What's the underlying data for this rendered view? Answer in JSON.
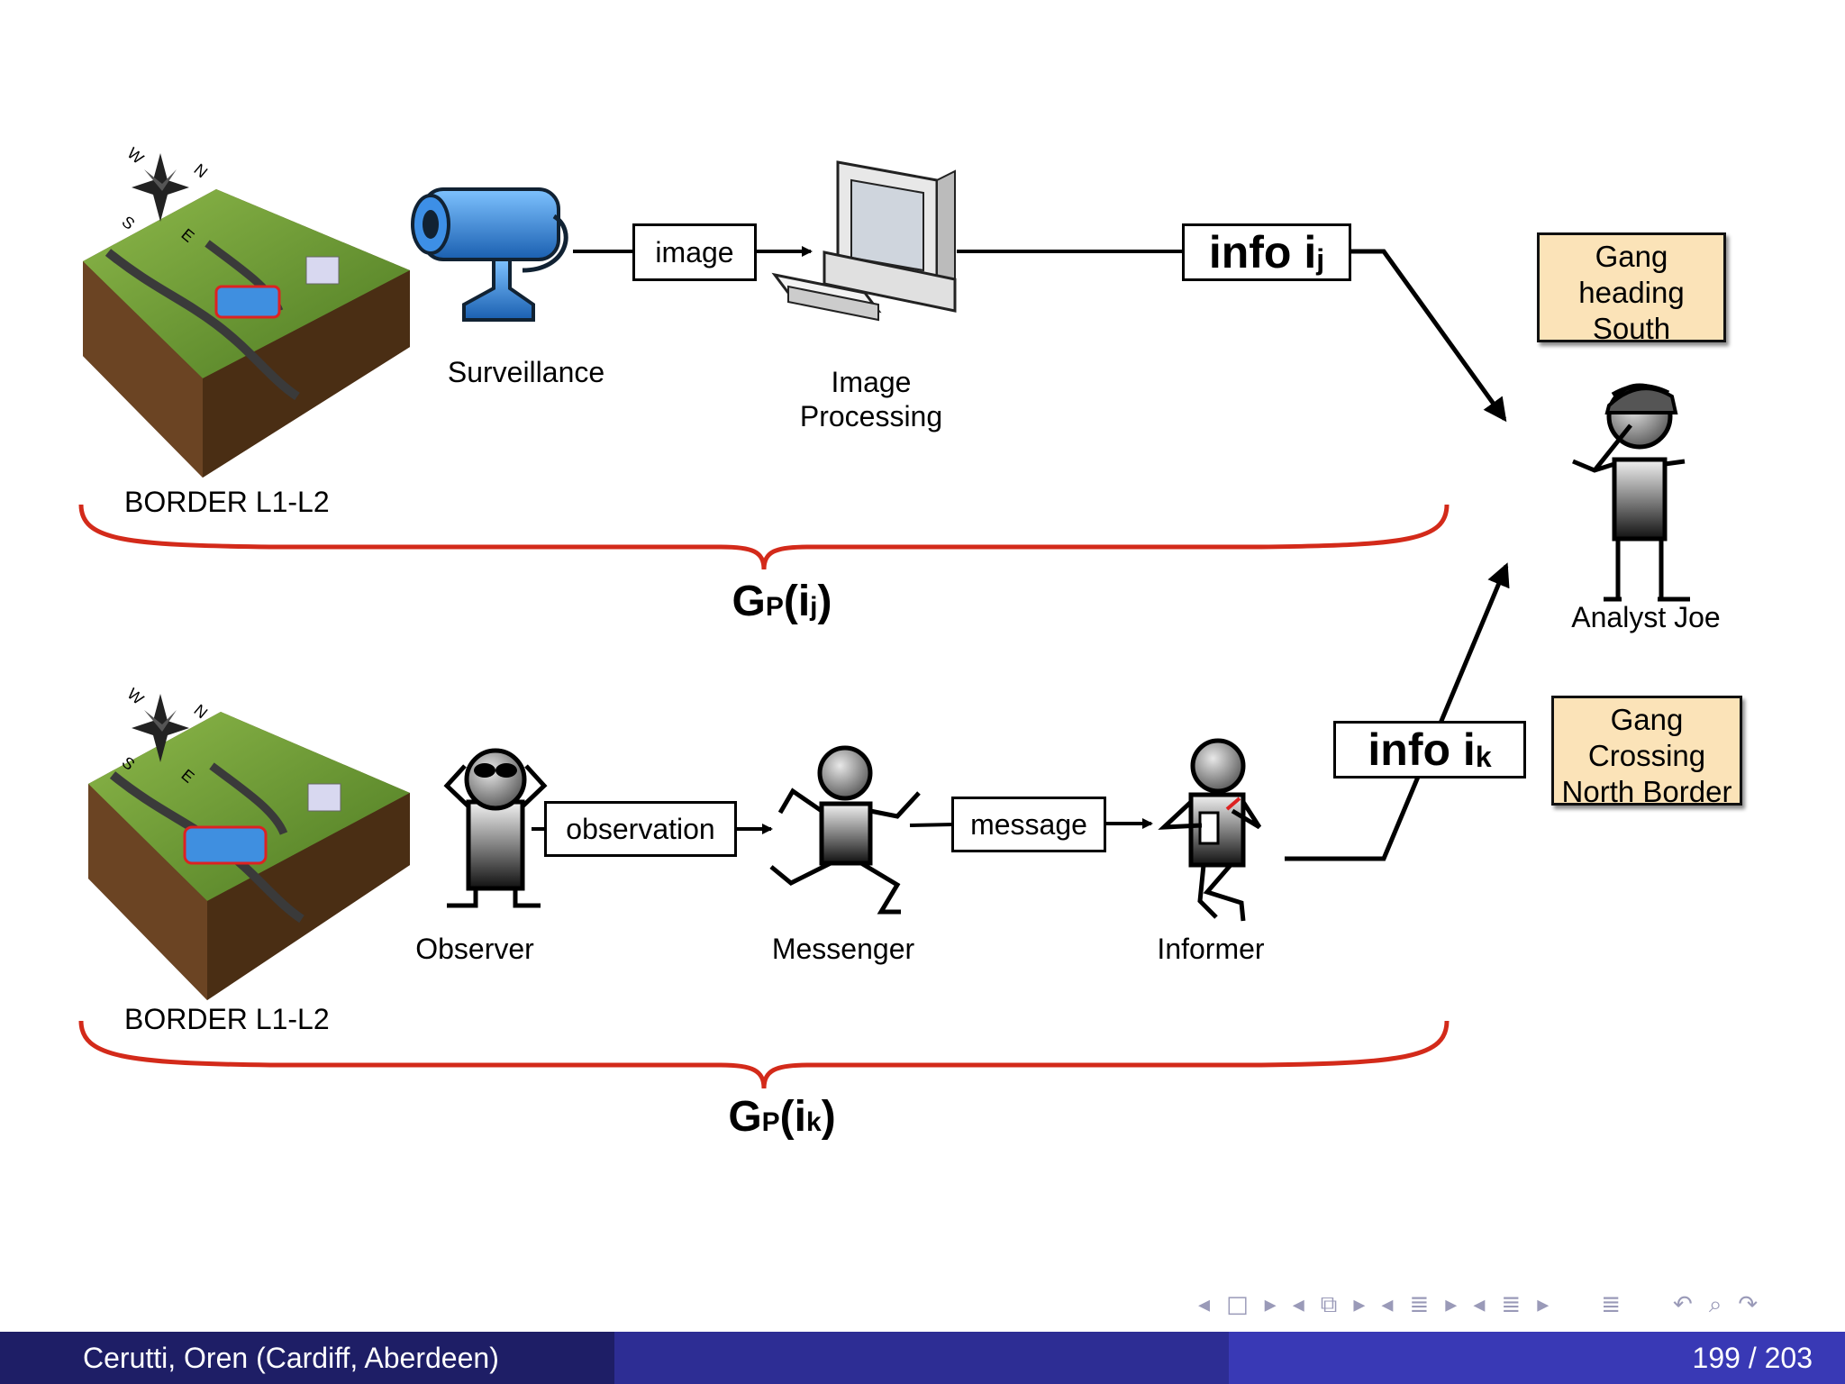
{
  "top_row": {
    "map_label": "BORDER L1-L2",
    "surveillance_label": "Surveillance",
    "edge_image_label": "image",
    "image_processing_label_line1": "Image",
    "image_processing_label_line2": "Processing",
    "info_box_main": "info i",
    "info_box_sub": "j",
    "brace_label_main": "G",
    "brace_label_sub": "P",
    "brace_label_open": "(i",
    "brace_label_index": "j",
    "brace_label_close": ")"
  },
  "bottom_row": {
    "map_label": "BORDER L1-L2",
    "observer_label": "Observer",
    "edge_observation_label": "observation",
    "messenger_label": "Messenger",
    "edge_message_label": "message",
    "informer_label": "Informer",
    "info_box_main": "info i",
    "info_box_sub": "k",
    "brace_label_main": "G",
    "brace_label_sub": "P",
    "brace_label_open": "(i",
    "brace_label_index": "k",
    "brace_label_close": ")"
  },
  "analyst": {
    "label": "Analyst Joe",
    "note_top_lines": [
      "Gang",
      "heading",
      "South"
    ],
    "note_bottom_lines": [
      "Gang",
      "Crossing",
      "North Border"
    ]
  },
  "compass_letters": {
    "w": "W",
    "n": "N",
    "s": "S",
    "e": "E"
  },
  "footer": {
    "authors": "Cerutti, Oren  (Cardiff, Aberdeen)",
    "page": "199 / 203"
  },
  "colors": {
    "brace": "#d32a1a",
    "note_fill": "#fbe3b8",
    "footer_dark": "#1e1e66",
    "footer_mid": "#2d2d94",
    "footer_light": "#3939b5",
    "camera_blue": "#2f7fd6",
    "terrain_green": "#6f9a3a"
  }
}
